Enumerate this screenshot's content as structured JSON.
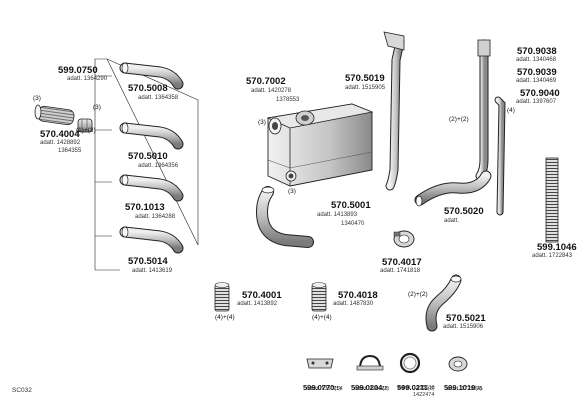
{
  "page": {
    "ref": "SC032"
  },
  "parts": [
    {
      "id": "p599_0750",
      "code": "599.0750",
      "notes": [
        "adatt. 1364290"
      ]
    },
    {
      "id": "p570_4004",
      "code": "570.4004",
      "notes": [
        "adatt. 1428892",
        "1364355"
      ]
    },
    {
      "id": "p570_5008",
      "code": "570.5008",
      "notes": [
        "adatt. 1364358"
      ]
    },
    {
      "id": "p570_5010",
      "code": "570.5010",
      "notes": [
        "adatt. 1364356"
      ]
    },
    {
      "id": "p570_1013",
      "code": "570.1013",
      "notes": [
        "adatt. 1364288"
      ]
    },
    {
      "id": "p570_5014",
      "code": "570.5014",
      "notes": [
        "adatt. 1413619"
      ]
    },
    {
      "id": "p570_7002",
      "code": "570.7002",
      "notes": [
        "adatt. 1420278",
        "1378553"
      ]
    },
    {
      "id": "p570_5019",
      "code": "570.5019",
      "notes": [
        "adatt. 1515905"
      ]
    },
    {
      "id": "p570_5001",
      "code": "570.5001",
      "notes": [
        "adatt. 1413893",
        "1340470"
      ]
    },
    {
      "id": "p570_9038",
      "code": "570.9038",
      "notes": [
        "adatt. 1340468"
      ]
    },
    {
      "id": "p570_9039",
      "code": "570.9039",
      "notes": [
        "adatt. 1340469"
      ]
    },
    {
      "id": "p570_9040",
      "code": "570.9040",
      "notes": [
        "adatt. 1397607"
      ]
    },
    {
      "id": "p570_5020",
      "code": "570.5020",
      "notes": [
        "adatt."
      ]
    },
    {
      "id": "p599_1046",
      "code": "599.1046",
      "notes": [
        "adatt. 1722843"
      ]
    },
    {
      "id": "p570_4017",
      "code": "570.4017",
      "notes": [
        "adatt. 1741818"
      ]
    },
    {
      "id": "p570_4001",
      "code": "570.4001",
      "notes": [
        "adatt. 1413892"
      ]
    },
    {
      "id": "p570_4018",
      "code": "570.4018",
      "notes": [
        "adatt. 1487830"
      ]
    },
    {
      "id": "p570_5021",
      "code": "570.5021",
      "notes": [
        "adatt. 1515906"
      ]
    },
    {
      "id": "p599_0770",
      "code": "599.0770",
      "qty": "(1)",
      "notes": [
        "adatt. 1360294"
      ]
    },
    {
      "id": "p599_0204",
      "code": "599.0204",
      "qty": "(2)",
      "notes": [
        "adatt. 328928"
      ]
    },
    {
      "id": "p599_0211",
      "code": "599.0211",
      "qty": "(3)",
      "notes": [
        "adatt. 1335618",
        "1422474"
      ]
    },
    {
      "id": "p599_1019",
      "code": "599.1019",
      "qty": "(4)",
      "notes": [
        "adatt. 1779825"
      ]
    }
  ],
  "quantities": {
    "q3a": "(3)",
    "q3b": "(3)",
    "q13": "(1)+(3)",
    "q3c": "(3)",
    "q3d": "(3)",
    "q22a": "(2)+(2)",
    "q4": "(4)",
    "q44a": "(4)+(4)",
    "q44b": "(4)+(4)",
    "q22b": "(2)+(2)"
  },
  "colors": {
    "ink": "#111111",
    "part_fill": "#d8d8d8",
    "part_shade": "#9a9a9a"
  }
}
